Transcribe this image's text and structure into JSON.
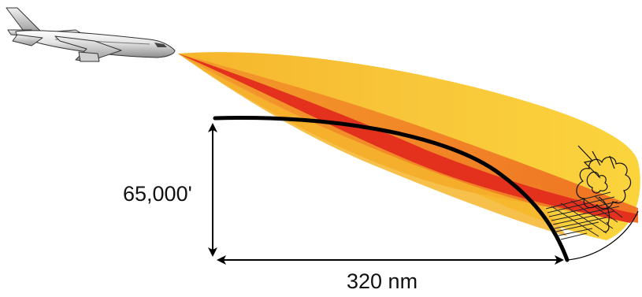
{
  "dimensions": {
    "altitude": "65,000'",
    "range": "320 nm"
  },
  "icons": {
    "aircraft": "airliner-icon",
    "radar_beam": "radar-beam-icon",
    "earth_curvature": "earth-curvature-line",
    "storm": "storm-cloud-icon",
    "ground_clutter": "ground-clutter-icon"
  },
  "colors": {
    "beam_outer": "#f7b82a",
    "beam_middle": "#f07a22",
    "beam_core": "#e5301b",
    "earth_line": "#000000"
  }
}
